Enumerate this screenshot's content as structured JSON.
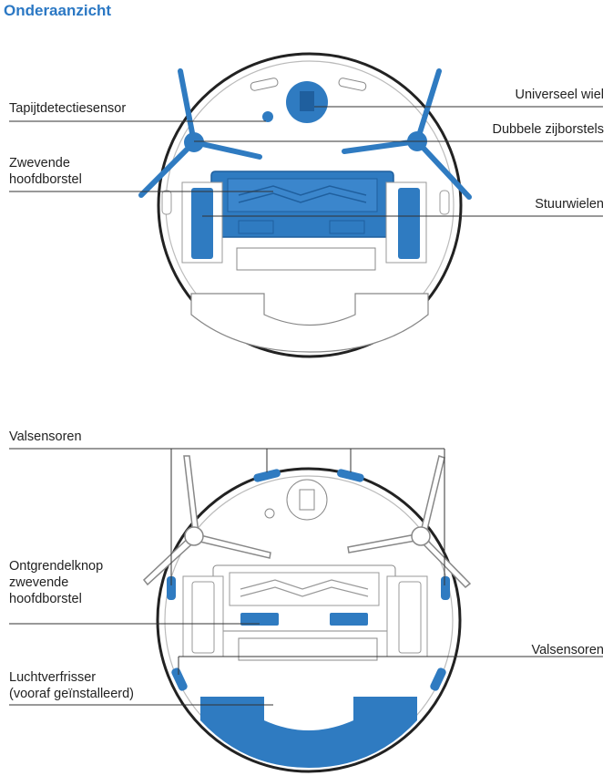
{
  "title": "Onderaanzicht",
  "colors": {
    "accent": "#2b78c4",
    "part_blue": "#2f7bc1",
    "line": "#333333"
  },
  "top_view": {
    "labels": {
      "carpet_sensor": "Tapijtdetectiesensor",
      "floating_brush_l1": "Zwevende",
      "floating_brush_l2": "hoofdborstel",
      "universal_wheel": "Universeel wiel",
      "side_brushes": "Dubbele zijborstels",
      "drive_wheels": "Stuurwielen"
    }
  },
  "bottom_view": {
    "labels": {
      "cliff_sensors_top": "Valsensoren",
      "release_button_l1": "Ontgrendelknop",
      "release_button_l2": "zwevende",
      "release_button_l3": "hoofdborstel",
      "cliff_sensors_right": "Valsensoren",
      "air_freshener_l1": "Luchtverfrisser",
      "air_freshener_l2": "(vooraf geïnstalleerd)"
    }
  }
}
